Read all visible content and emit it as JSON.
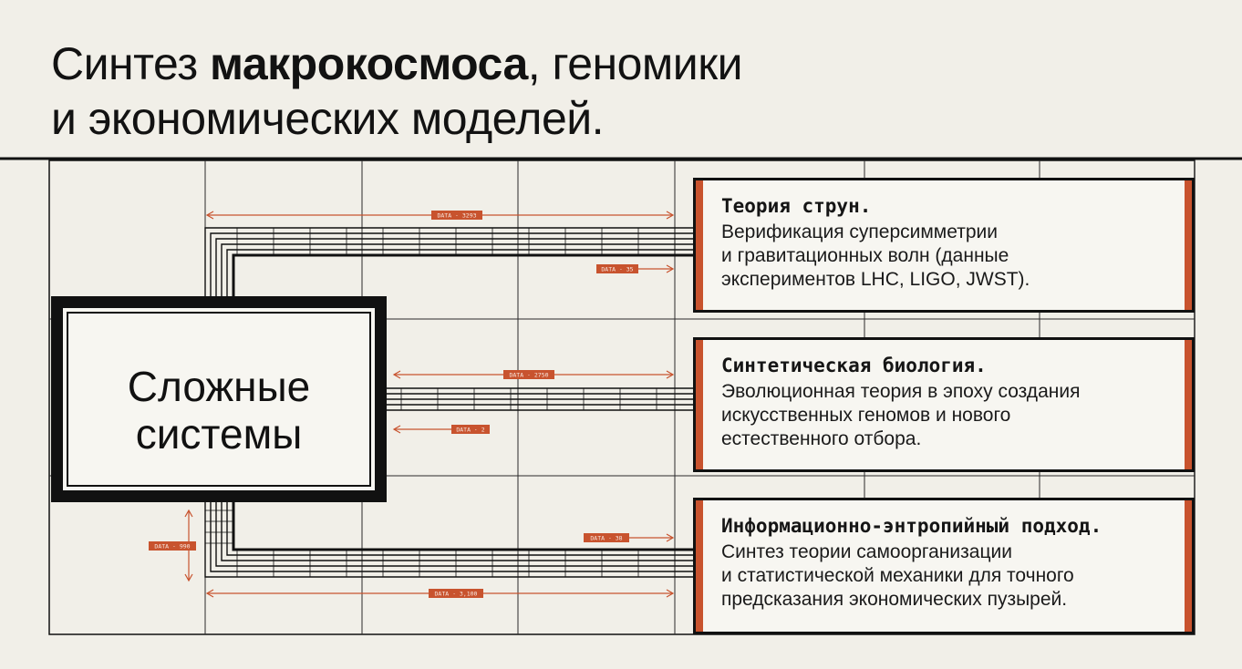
{
  "title": {
    "line1_pre": "Синтез ",
    "line1_bold": "макрокосмоса",
    "line1_post": ", геномики",
    "line2": "и экономических моделей."
  },
  "hub": {
    "line1": "Сложные",
    "line2": "системы"
  },
  "cards": [
    {
      "title": "Теория струн.",
      "body": [
        "Верификация суперсимметрии",
        "и гравитационных волн (данные",
        "экспериментов LHC, LIGO, JWST)."
      ]
    },
    {
      "title": "Синтетическая биология.",
      "body": [
        "Эволюционная теория в эпоху создания",
        "искусственных геномов и нового",
        "естественного отбора."
      ]
    },
    {
      "title": "Информационно-энтропийный подход.",
      "body": [
        "Синтез теории самоорганизации",
        "и статистической механики для точного",
        "предсказания экономических пузырей."
      ]
    }
  ],
  "tags": [
    "DATA · 3293",
    "DATA · 35",
    "DATA · 2750",
    "DATA · 2",
    "DATA · 38",
    "DATA · 3,100",
    "DATA · 990"
  ],
  "colors": {
    "accent": "#c8532e",
    "ink": "#111111",
    "paper": "#f1efe8"
  }
}
